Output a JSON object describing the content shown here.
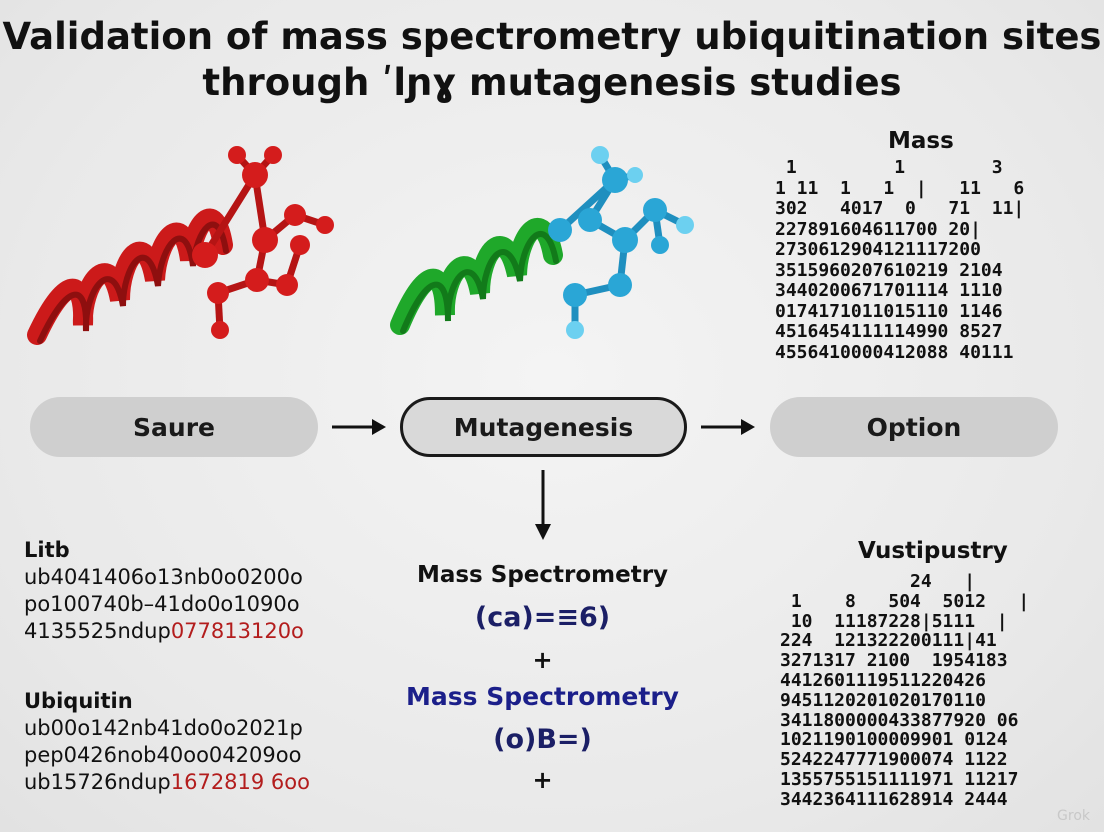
{
  "title": {
    "line1": "Validation of mass spectrometry ubiquitination sites",
    "line2": "through ʹlɲɣ mutagenesis studies"
  },
  "colors": {
    "red_structure": "#cc1a1a",
    "green_structure": "#1fa82a",
    "blue_structure": "#2aa6d6",
    "navy_text": "#1b1f8a",
    "red_text": "#b31d1d"
  },
  "top_grid": {
    "heading": "Mass",
    "rows": [
      " 1         1        3",
      "1 11  1   1  |   11   6",
      "302   4017  0   71  11|",
      "227891604611700 20|",
      "2730612904121117200",
      "3515960207610219 2104",
      "3440200671701114 1110",
      "0174171011015110 1146",
      "4516454111114990 8527",
      "4556410000412088 40111"
    ]
  },
  "flow": {
    "left": "Saure",
    "middle": "Mutagenesis",
    "right": "Option"
  },
  "litb": {
    "heading": "Litb",
    "lines": [
      {
        "text": "ub4041406o13nb0o0200o",
        "red": ""
      },
      {
        "text": "po100740b–41do0o1090o",
        "red": ""
      },
      {
        "text": "4135525ndup",
        "red": "077813120o"
      }
    ]
  },
  "ubiquitin": {
    "heading": "Ubiquitin",
    "lines": [
      {
        "text": "ub00o142nb41do0o2021p",
        "red": ""
      },
      {
        "text": "pep0426nob40oo04209oo",
        "red": ""
      },
      {
        "text": "ub15726ndup",
        "red": "1672819 6oo"
      }
    ]
  },
  "center": {
    "label1": "Mass Spectrometry",
    "formula1": "(ca)=≡6)",
    "plus1": "+",
    "label2": "Mass Spectrometry",
    "formula2": "(o)B=)",
    "plus2": "+"
  },
  "bottom_grid": {
    "heading": "Vustipustry",
    "rows": [
      "            24   |",
      " 1    8   504  5012   |",
      " 10  11187228|5111  |",
      "224  121322200111|41",
      "3271317 2100  1954183",
      "4412601119511220426",
      "9451120201020170110",
      "3411800000433877920 06",
      "1021190100009901 0124",
      "5242247771900074 1122",
      "1355755151111971 11217",
      "3442364111628914 2444"
    ]
  },
  "watermark": "Grok"
}
